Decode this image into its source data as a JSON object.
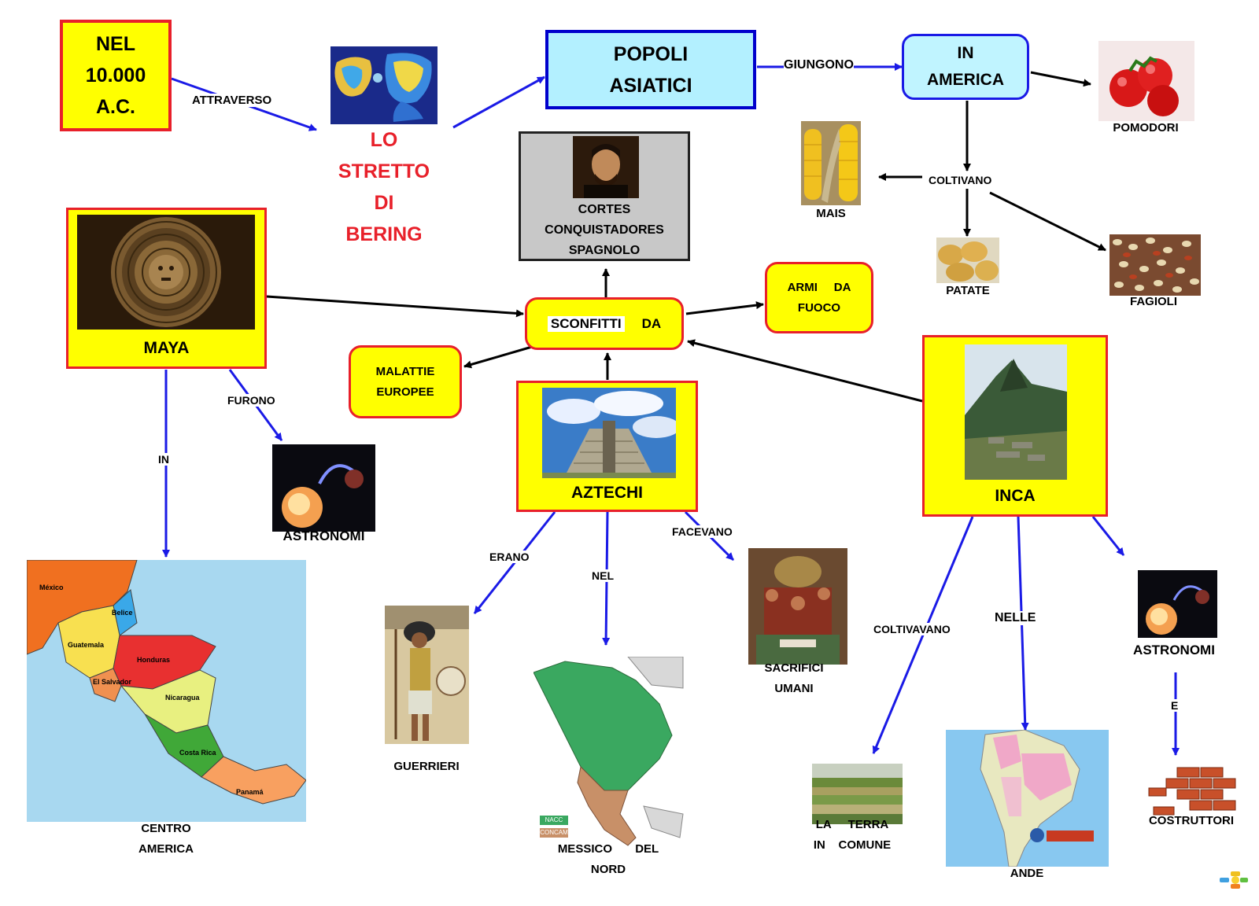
{
  "nodes": {
    "nel": {
      "line1": "NEL",
      "line2": "10.000",
      "line3": "A.C."
    },
    "stretto": {
      "line1": "LO",
      "line2": "STRETTO",
      "line3": "DI",
      "line4": "BERING"
    },
    "popoli": {
      "line1": "POPOLI",
      "line2": "ASIATICI"
    },
    "america": {
      "line1": "IN",
      "line2": "AMERICA"
    },
    "cortes": {
      "line1": "CORTES",
      "line2": "CONQUISTADORES",
      "line3": "SPAGNOLO"
    },
    "sconfitti": {
      "left": "SCONFITTI",
      "right": "DA"
    },
    "armi": {
      "line1a": "ARMI",
      "line1b": "DA",
      "line2": "FUOCO"
    },
    "malattie": {
      "line1": "MALATTIE",
      "line2": "EUROPEE"
    },
    "maya": {
      "label": "MAYA"
    },
    "aztechi": {
      "label": "AZTECHI"
    },
    "inca": {
      "label": "INCA"
    }
  },
  "links": {
    "attraverso": "ATTRAVERSO",
    "giungono": "GIUNGONO",
    "coltivano": "COLTIVANO",
    "furono": "FURONO",
    "in": "IN",
    "erano": "ERANO",
    "nel": "NEL",
    "facevano": "FACEVANO",
    "coltivavano": "COLTIVAVANO",
    "nelle": "NELLE",
    "e": "E"
  },
  "captions": {
    "pomodori": "POMODORI",
    "mais": "MAIS",
    "patate": "PATATE",
    "fagioli": "FAGIOLI",
    "astronomi_maya": "ASTRONOMI",
    "astronomi_inca": "ASTRONOMI",
    "guerrieri": "GUERRIERI",
    "sacrifici_1": "SACRIFICI",
    "sacrifici_2": "UMANI",
    "centro_1": "CENTRO",
    "centro_2": "AMERICA",
    "messico_1a": "MESSICO",
    "messico_1b": "DEL",
    "messico_2": "NORD",
    "terra_1a": "LA",
    "terra_1b": "TERRA",
    "terra_2a": "IN",
    "terra_2b": "COMUNE",
    "ande": "ANDE",
    "costruttori": "COSTRUTTORI"
  },
  "map_labels": {
    "central_america": [
      "México",
      "Belice",
      "Guatemala",
      "Honduras",
      "El Salvador",
      "Nicaragua",
      "Costa Rica",
      "Panamá"
    ],
    "north_america_legend": [
      "NACC",
      "CONCAM"
    ]
  },
  "colors": {
    "node_fill": "#ffff00",
    "node_border": "#e8202a",
    "arrow_blue": "#1a1ae6",
    "arrow_black": "#000000",
    "title_red": "#e8202a",
    "popoli_fill": "#b3f0ff",
    "america_fill": "#c0f4ff",
    "cortes_fill": "#c8c8c8"
  }
}
